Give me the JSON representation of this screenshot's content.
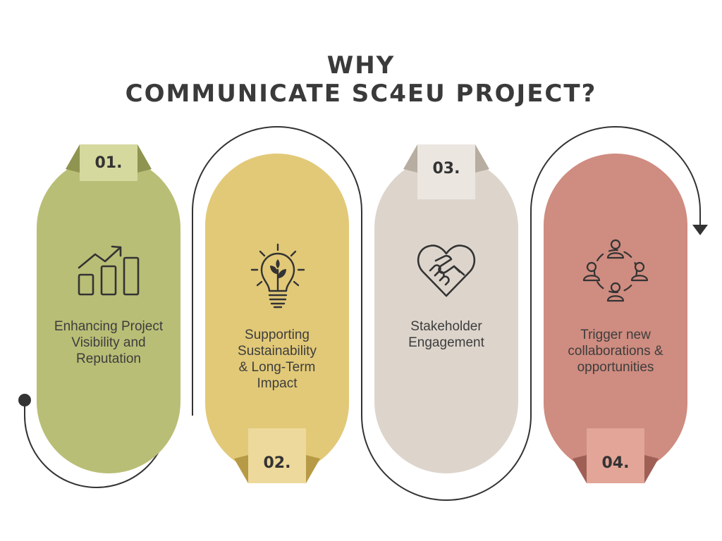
{
  "title": {
    "line1": "WHY",
    "line2": "COMMUNICATE SC4EU PROJECT?"
  },
  "steps": [
    {
      "number": "01.",
      "label": "Enhancing Project\nVisibility and\nReputation",
      "icon": "growth-chart-icon",
      "color": "#b9be76",
      "tab_color": "#d5d99e"
    },
    {
      "number": "02.",
      "label": "Supporting\nSustainability\n& Long-Term\nImpact",
      "icon": "lightbulb-plant-icon",
      "color": "#e2c978",
      "tab_color": "#edd99b"
    },
    {
      "number": "03.",
      "label": "Stakeholder\nEngagement",
      "icon": "handshake-heart-icon",
      "color": "#ddd5cc",
      "tab_color": "#ebe6e0"
    },
    {
      "number": "04.",
      "label": "Trigger new\ncollaborations &\nopportunities",
      "icon": "team-network-icon",
      "color": "#cf8c80",
      "tab_color": "#e2a597"
    }
  ]
}
